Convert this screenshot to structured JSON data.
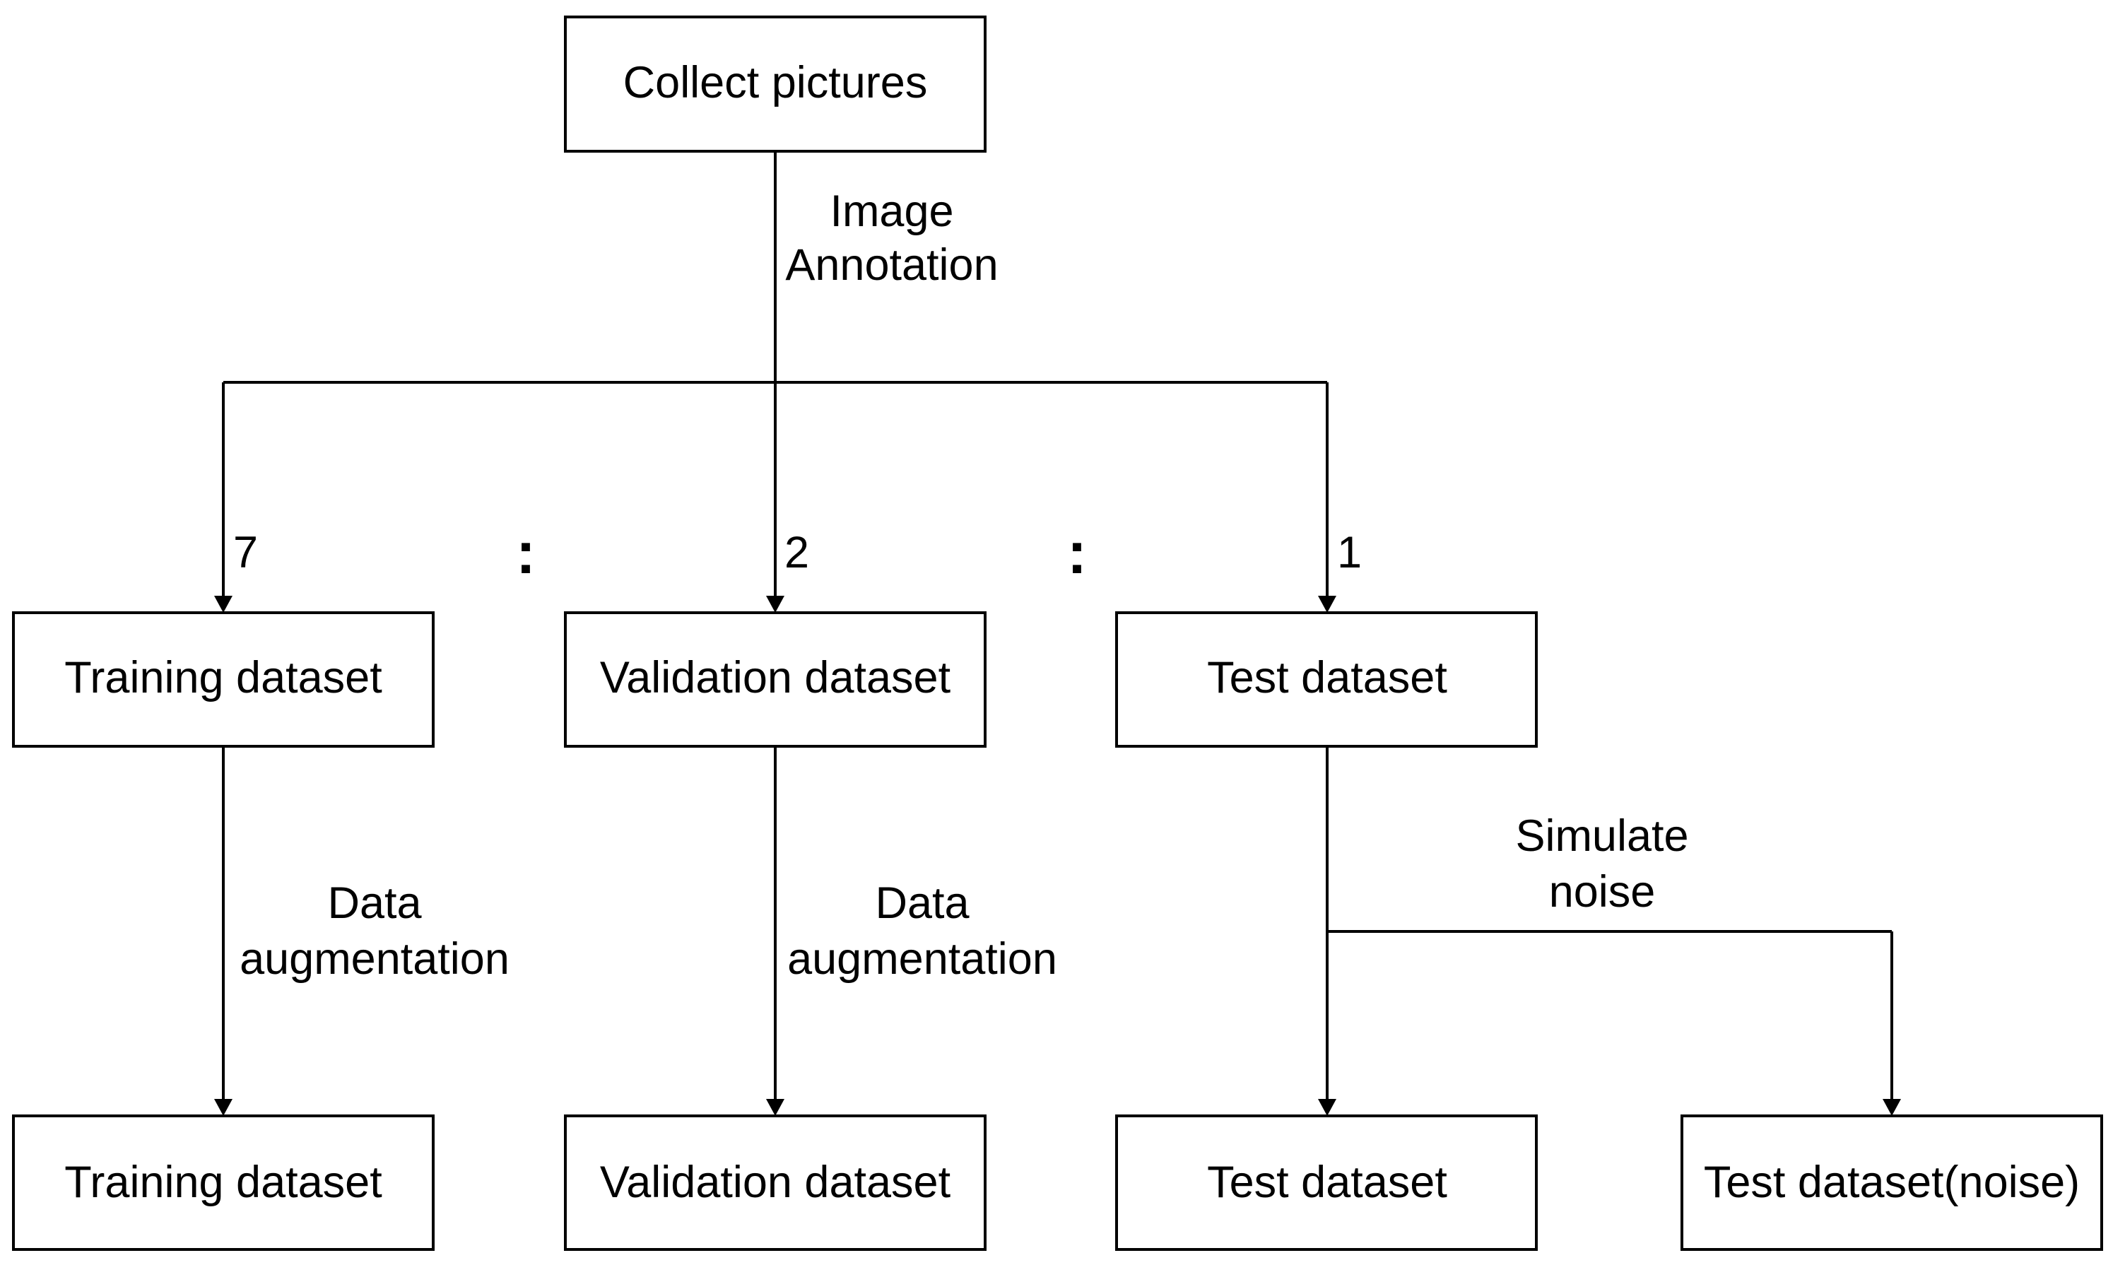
{
  "nodes": {
    "collect": "Collect pictures",
    "train": "Training dataset",
    "val": "Validation dataset",
    "test": "Test dataset",
    "train_aug": "Training dataset",
    "val_aug": "Validation dataset",
    "test_clean": "Test dataset",
    "test_noise": "Test dataset(noise)"
  },
  "edge_labels": {
    "annotation": [
      "Image",
      "Annotation"
    ],
    "train_aug": [
      "Data",
      "augmentation"
    ],
    "val_aug": [
      "Data",
      "augmentation"
    ],
    "noise": [
      "Simulate",
      "noise"
    ]
  },
  "ratio": {
    "train": "7",
    "val": "2",
    "test": "1",
    "separator": ":"
  }
}
